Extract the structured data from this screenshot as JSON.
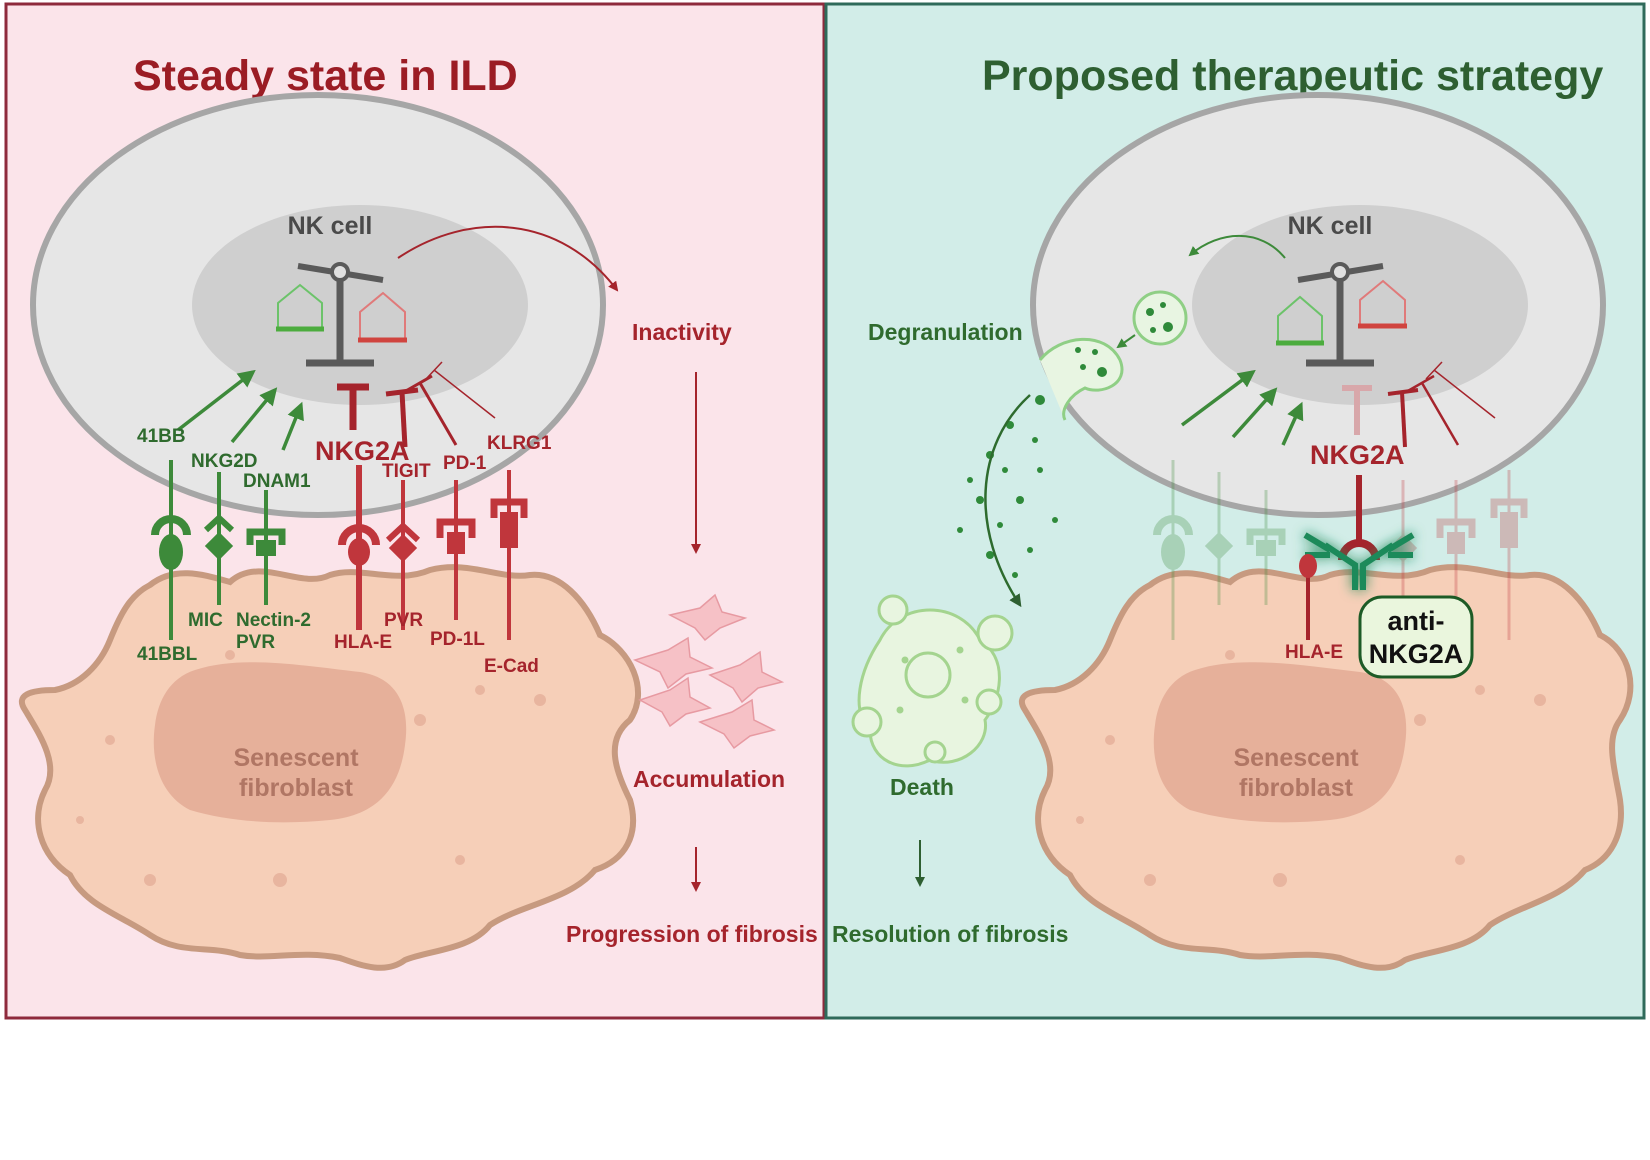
{
  "left_panel": {
    "title": "Steady state in ILD",
    "nk_cell_label": "NK cell",
    "activating_receptors": [
      "41BB",
      "NKG2D",
      "DNAM1"
    ],
    "inhibitory_receptors": [
      "NKG2A",
      "TIGIT",
      "PD-1",
      "KLRG1"
    ],
    "activating_ligands": [
      "41BBL",
      "MIC",
      "Nectin-2",
      "PVR"
    ],
    "inhibitory_ligands": [
      "HLA-E",
      "PVR",
      "PD-1L",
      "E-Cad"
    ],
    "fibroblast_label_line1": "Senescent",
    "fibroblast_label_line2": "fibroblast",
    "flow": [
      "Inactivity",
      "Accumulation",
      "Progression of fibrosis"
    ]
  },
  "right_panel": {
    "title": "Proposed therapeutic strategy",
    "nk_cell_label": "NK cell",
    "receptor_label": "NKG2A",
    "ligand_label": "HLA-E",
    "antibody_label_line1": "anti-",
    "antibody_label_line2": "NKG2A",
    "fibroblast_label_line1": "Senescent",
    "fibroblast_label_line2": "fibroblast",
    "flow": [
      "Degranulation",
      "Death",
      "Resolution of fibrosis"
    ]
  },
  "colors": {
    "left_bg": "#fbe4ea",
    "right_bg": "#d2ede8",
    "left_border": "#8e2a3c",
    "right_border": "#2f6a5a",
    "activating": "#3d8a3a",
    "inhibitory": "#c0363c",
    "fibroblast": "#f6cfb8",
    "nk_outer": "#e6e6e6",
    "nk_inner": "#cfcfcf"
  }
}
